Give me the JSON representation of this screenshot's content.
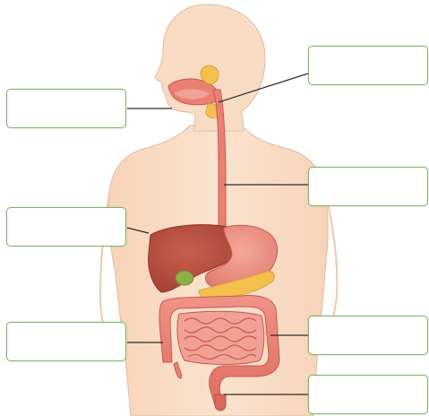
{
  "diagram": {
    "type": "digestive-system",
    "label_boxes": [
      {
        "id": "mouth",
        "text": ""
      },
      {
        "id": "esophagus-top",
        "text": ""
      },
      {
        "id": "esophagus-mid",
        "text": ""
      },
      {
        "id": "liver",
        "text": ""
      },
      {
        "id": "small-intestine",
        "text": ""
      },
      {
        "id": "large-intestine",
        "text": ""
      },
      {
        "id": "rectum",
        "text": ""
      }
    ]
  },
  "colors": {
    "skin": "#f9dcc4",
    "skin_outline": "#d9b39a",
    "organ": "#e98072",
    "organ_dark": "#c65a4f",
    "liver": "#b5493a",
    "pancreas": "#f3c04e",
    "gallbladder": "#8fae44",
    "box_border": "#7bb661",
    "leader_line": "#2b2b2b"
  }
}
